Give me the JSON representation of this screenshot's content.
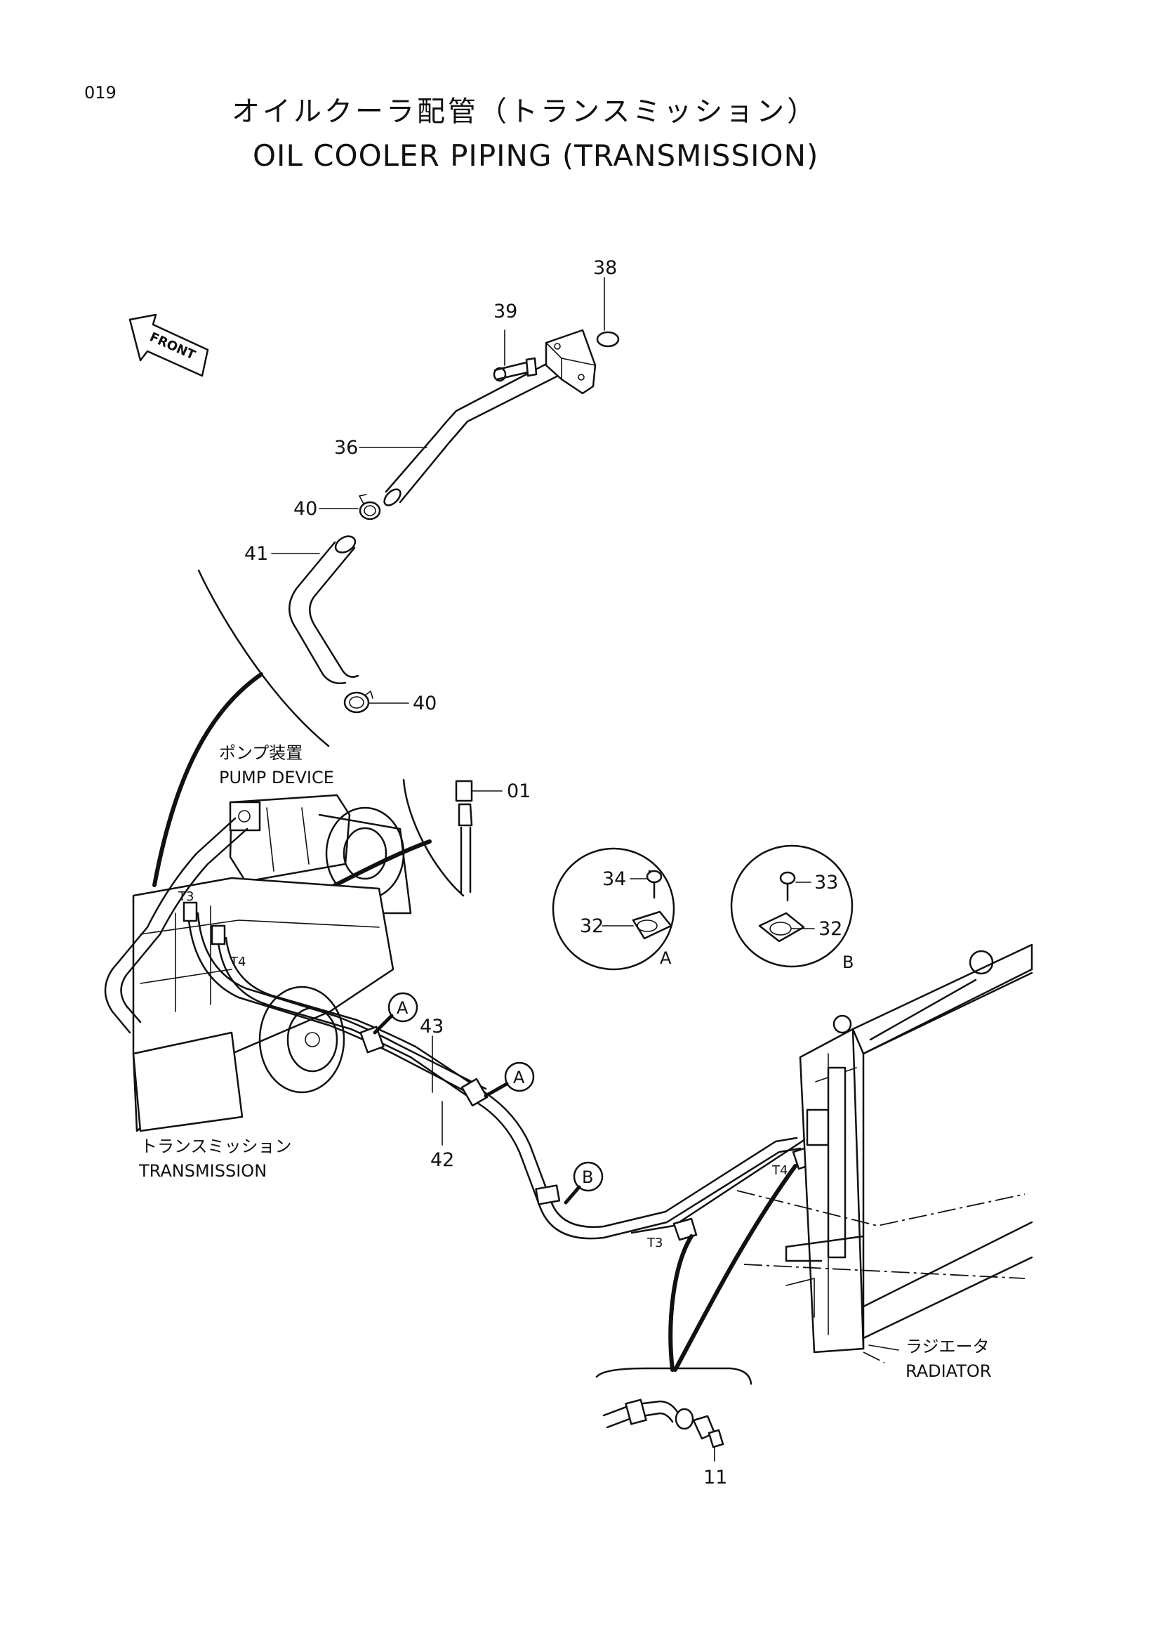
{
  "page": {
    "code": "019",
    "title_ja": "オイルクーラ配管（トランスミッション）",
    "title_en": "OIL COOLER PIPING (TRANSMISSION)"
  },
  "front_arrow": {
    "label": "FRONT"
  },
  "assemblies": {
    "pump_device": {
      "ja": "ポンプ装置",
      "en": "PUMP DEVICE"
    },
    "transmission": {
      "ja": "トランスミッション",
      "en": "TRANSMISSION"
    },
    "radiator": {
      "ja": "ラジエータ",
      "en": "RADIATOR"
    }
  },
  "part_numbers": {
    "p38": "38",
    "p39": "39",
    "p36": "36",
    "p40a": "40",
    "p41": "41",
    "p40b": "40",
    "p01": "01",
    "p34": "34",
    "p32a": "32",
    "p33": "33",
    "p32b": "32",
    "p43": "43",
    "p42": "42",
    "p11": "11"
  },
  "connection_labels": {
    "t3_pump": "T3",
    "t4_pump": "T4",
    "t4_radiator": "T4",
    "t3_radiator": "T3"
  },
  "detail_markers": {
    "detail_a_label": "A",
    "detail_b_label": "B",
    "callout_a1": "A",
    "callout_a2": "A",
    "callout_b": "B"
  }
}
